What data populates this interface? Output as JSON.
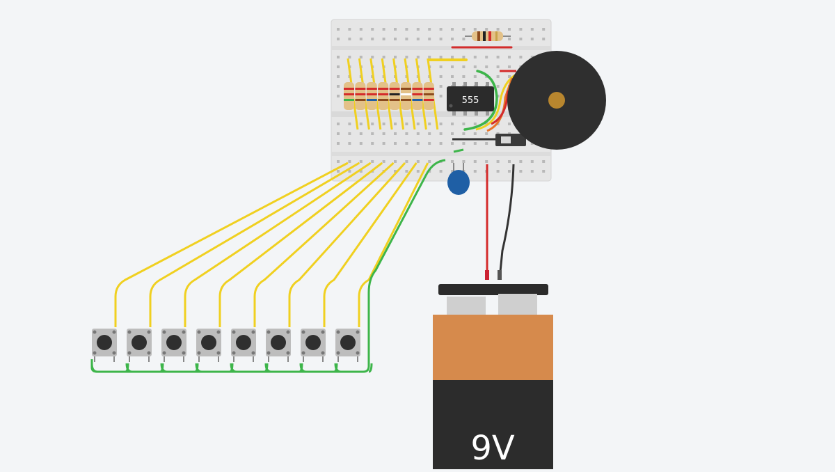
{
  "circuit": {
    "ic_label": "555",
    "battery_label": "9V",
    "pushbutton_count": 8,
    "resistor_ladder_count": 8
  },
  "colors": {
    "canvas_bg": "#f3f5f7",
    "breadboard": "#e4e4e4",
    "wire_yellow": "#f0d020",
    "wire_green": "#3db54a",
    "wire_red": "#d42b2b",
    "wire_black": "#333333",
    "battery_copper": "#d68a4c",
    "battery_body": "#2c2c2c",
    "buzzer": "#2f2f2f",
    "buzzer_center": "#b8862e",
    "capacitor": "#1f5fa5"
  }
}
